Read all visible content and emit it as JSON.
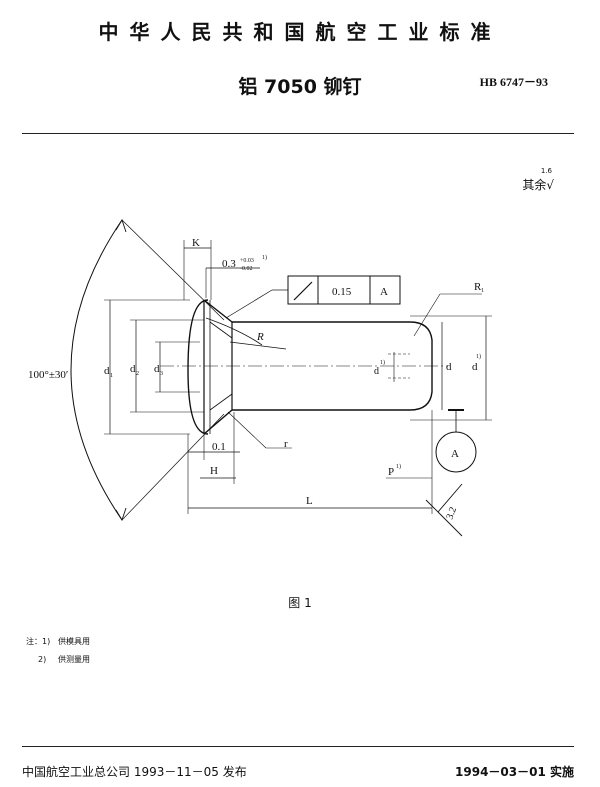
{
  "header": {
    "standard_name": "中华人民共和国航空工业标准",
    "title": "铝 7050 铆钉",
    "code": "HB 6747－93"
  },
  "surface_note": {
    "prefix": "其余",
    "symbol": "√",
    "value": "1.6"
  },
  "drawing": {
    "dim_K": "K",
    "tol_chamfer": "0.3",
    "tol_upper": "+0.03",
    "tol_lower": "-0.02",
    "tol_sup": "1)",
    "frame_tol": "0.15",
    "frame_datum": "A",
    "label_R1": "R",
    "label_R1_sub": "1",
    "label_R": "R",
    "angle": "100°±30′",
    "label_d1": "d",
    "label_d1_sub": "1",
    "label_d2": "d",
    "label_d2_sub": "2",
    "label_d3": "d",
    "label_d3_sub": "3",
    "label_d3_sup": "1)",
    "label_d": "d",
    "label_d_right": "d",
    "label_d_right_sup": "1)",
    "label_r": "r",
    "dim_01": "0.1",
    "dim_H": "H",
    "label_P": "P",
    "label_P_sup": "1)",
    "dim_L": "L",
    "roughness_end": "3.2",
    "datum_circle": "A"
  },
  "figure_caption": "图 1",
  "notes": [
    {
      "label": "注：1)",
      "text": "供模具用"
    },
    {
      "label": "2)",
      "text": "供测量用"
    }
  ],
  "footer": {
    "issued": "中国航空工业总公司 1993－11－05 发布",
    "effective": "1994－03－01 实施"
  }
}
